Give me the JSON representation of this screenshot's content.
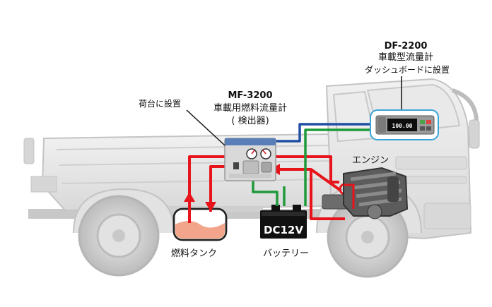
{
  "labels": {
    "df_model": "DF-2200",
    "df_name": "車載型流量計",
    "df_mount": "ダッシュボードに設置",
    "mf_mount": "荷台に設置",
    "mf_model": "MF-3200",
    "mf_name": "車載用燃料流量計",
    "mf_detector": "( 検出器)",
    "engine": "エンジン",
    "fuel_tank": "燃料タンク",
    "battery": "バッテリー",
    "battery_voltage": "DC12V",
    "display_reading": "100.00"
  },
  "colors": {
    "fuel_line": "#e8141b",
    "signal_line": "#1f4fa3",
    "power_line": "#1e9a3a",
    "truck_body": "#e4e4e4",
    "truck_outline": "#c9c9c9",
    "fuel": "#f2a58a",
    "callout_frame": "#3aa4d8"
  },
  "icons": [
    "dump-truck",
    "flow-meter-unit",
    "flow-display-unit",
    "engine",
    "battery",
    "fuel-tank"
  ]
}
